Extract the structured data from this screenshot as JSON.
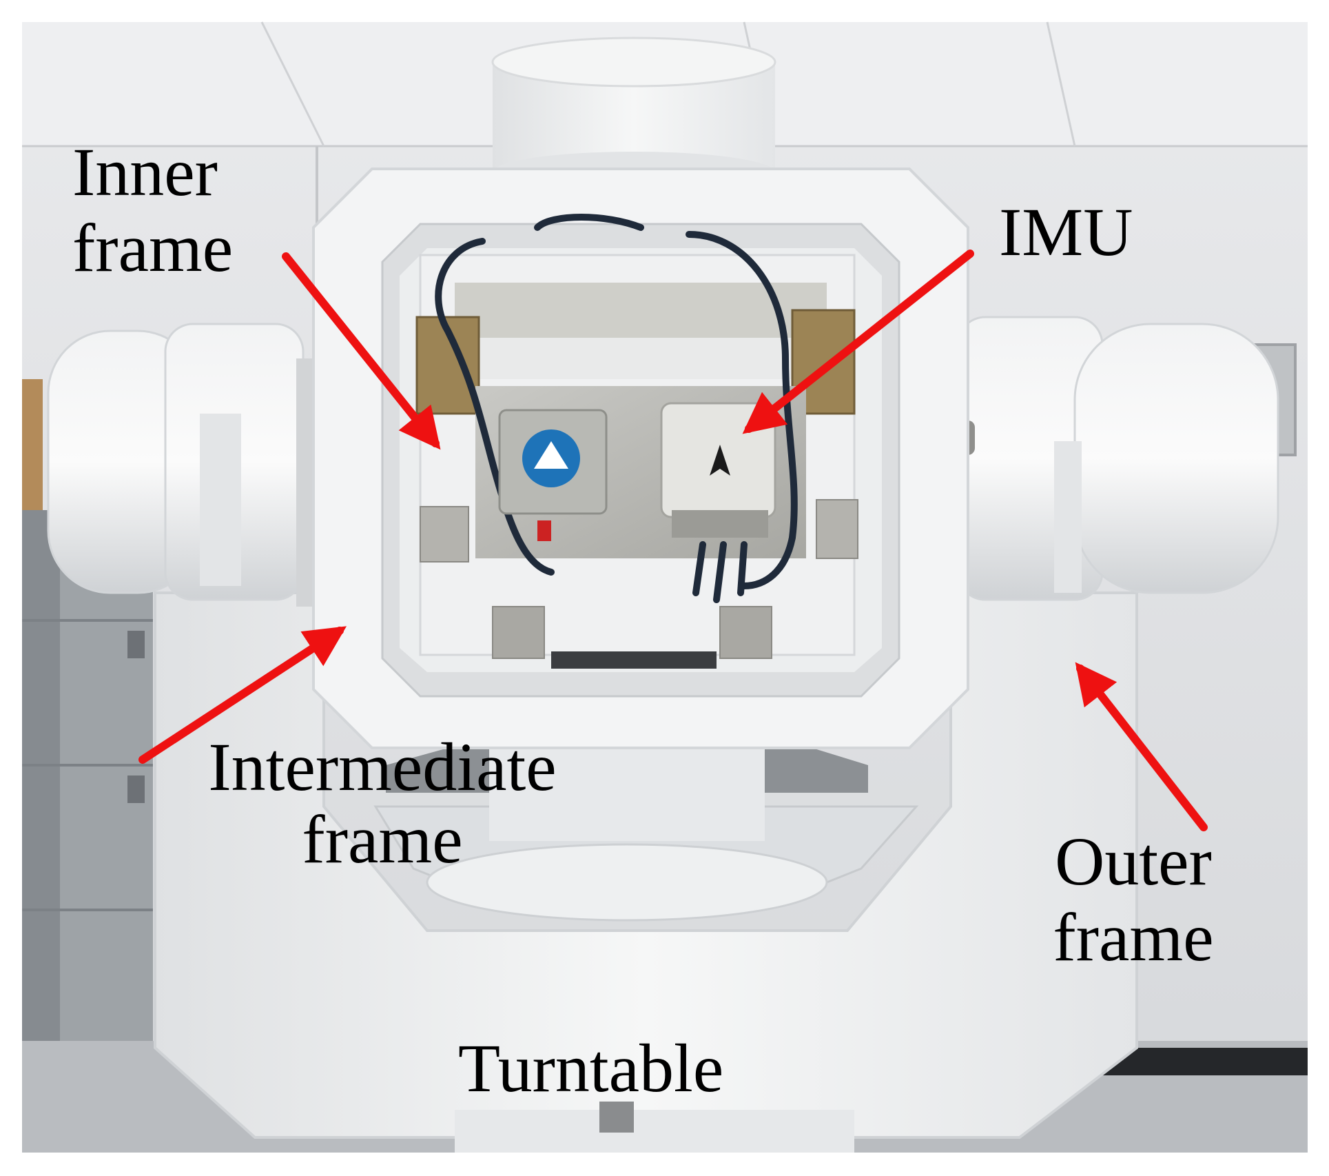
{
  "labels": {
    "inner_frame": [
      "Inner",
      "frame"
    ],
    "imu": "IMU",
    "intermediate_frame": [
      "Intermediate",
      "frame"
    ],
    "outer_frame": [
      "Outer",
      "frame"
    ],
    "turntable": "Turntable"
  },
  "colors": {
    "arrow": "#ee1111",
    "label_text": "#000000",
    "turntable_body": "#eeeff0",
    "wall": "#dfe1e4"
  },
  "icons": {
    "left_device_logo": "blue-triangle-logo",
    "right_device_logo": "black-arrowhead-logo"
  }
}
